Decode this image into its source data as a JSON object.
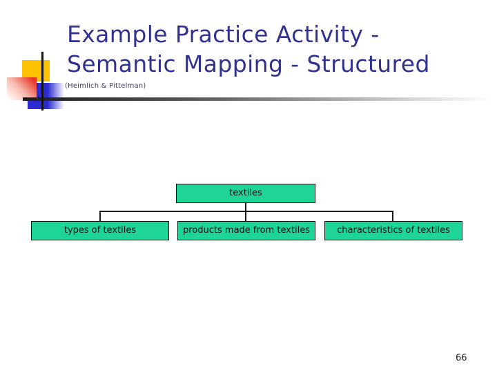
{
  "slide": {
    "title_lines": [
      "Example Practice Activity -",
      "Semantic Mapping - Structured"
    ],
    "subtitle": "(Heimlich & Pittelman)",
    "page_number": "66"
  },
  "diagram": {
    "root": {
      "label": "textiles"
    },
    "children": [
      {
        "label": "types of textiles"
      },
      {
        "label": "products made from textiles"
      },
      {
        "label": "characteristics of textiles"
      }
    ]
  },
  "colors": {
    "title": "#31318F",
    "subtitle": "#3E3E63",
    "box-fill": "#1FD498",
    "box-border": "#101010",
    "box-text": "#111111",
    "connector": "#1A1A1A",
    "accent-yellow": "#FFC200",
    "accent-blue": "#2B2BD1",
    "accent-red": "#E93323",
    "page-number": "#222222"
  }
}
